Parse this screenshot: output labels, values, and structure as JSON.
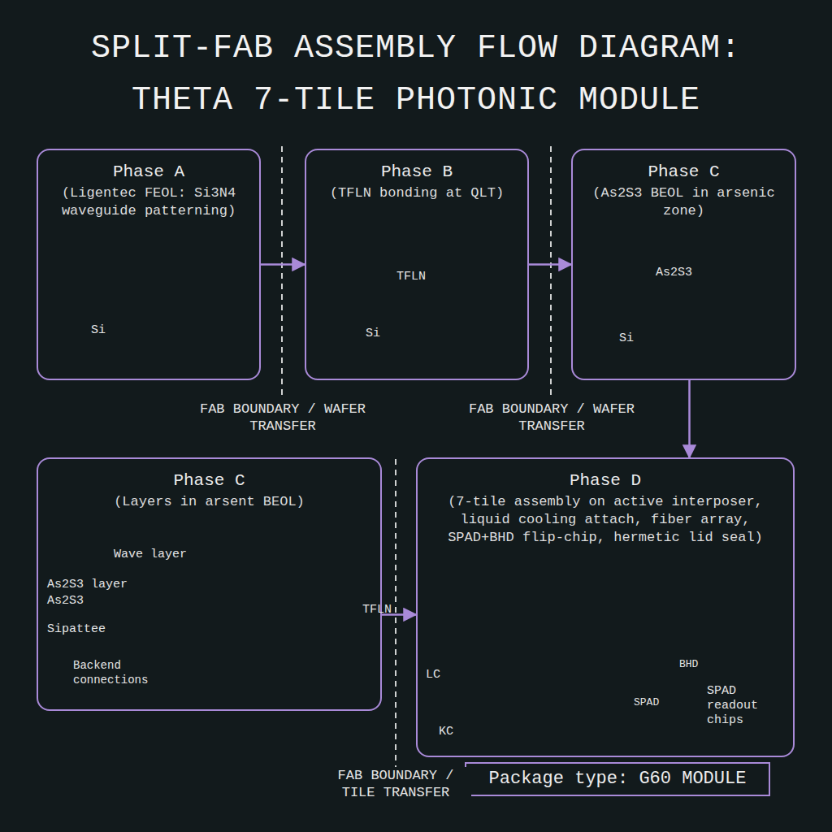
{
  "diagram": {
    "title": "SPLIT-FAB ASSEMBLY FLOW DIAGRAM: THETA 7-TILE PHOTONIC MODULE",
    "nodes": [
      {
        "text": [
          "Phase A",
          "(Ligentec FEOL: Si3N4 waveguide patterning)"
        ]
      },
      {
        "text": [
          "Phase B",
          "(TFLN bonding at QLT)"
        ]
      },
      {
        "text": [
          "Phase C",
          "(As2S3 BEOL in arsenic zone)"
        ]
      },
      {
        "text": [
          "Phase C",
          "(Layers in arsent BEOL)"
        ]
      },
      {
        "text": [
          "Phase D",
          "(7-tile assembly on active interposer, liquid cooling attach, fiber array, SPAD+BHD flip-chip, hermetic lid seal)"
        ]
      },
      {
        "text": [
          "Package type: G60 MODULE"
        ]
      }
    ],
    "edges": [
      {
        "from": 0,
        "to": 1,
        "arrow": "to"
      },
      {
        "from": 1,
        "to": 2,
        "arrow": "to"
      },
      {
        "from": 2,
        "to": 4,
        "arrow": "to"
      },
      {
        "from": 3,
        "to": 4,
        "arrow": "to"
      }
    ],
    "labels": [
      "Si",
      "TFLN",
      "Si",
      "As2S3",
      "Si",
      "Wave layer",
      "As2S3 layer",
      "As2S3",
      "Sipattee",
      "Backend connections",
      "TFLN",
      "LC",
      "KC",
      "SPAD",
      "BHD",
      "SPAD readout chips",
      "FAB BOUNDARY / WAFER TRANSFER",
      "FAB BOUNDARY / WAFER TRANSFER",
      "FAB BOUNDARY / TILE TRANSFER"
    ]
  }
}
